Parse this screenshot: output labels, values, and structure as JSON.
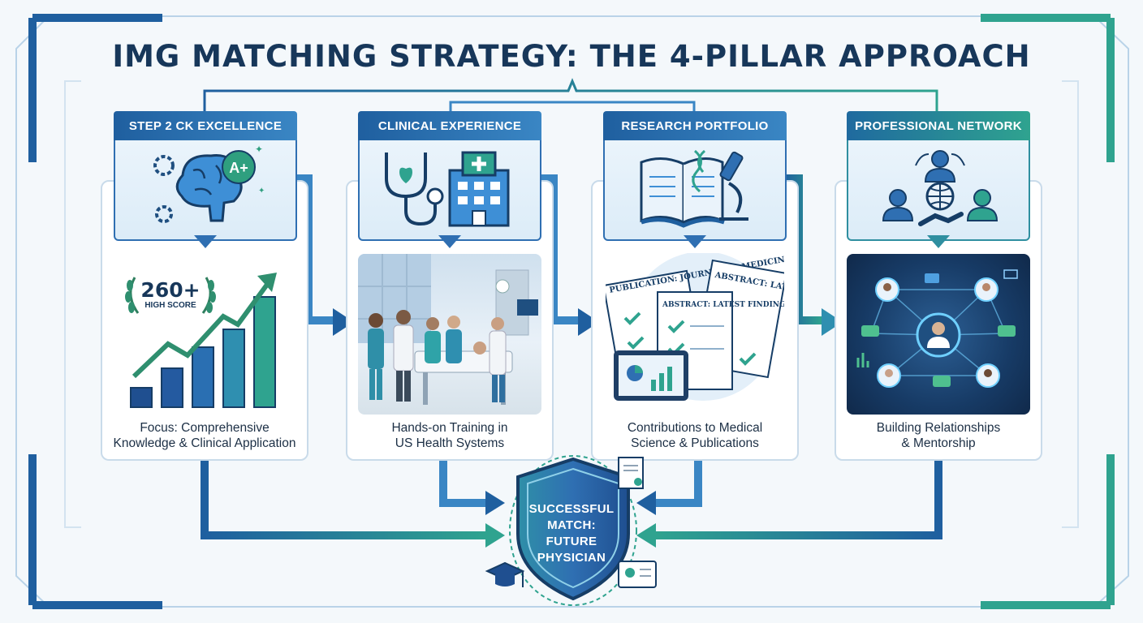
{
  "title": "IMG MATCHING STRATEGY: THE 4-PILLAR APPROACH",
  "pillars": [
    {
      "label": "STEP 2 CK EXCELLENCE",
      "caption_line1": "Focus: Comprehensive",
      "caption_line2": "Knowledge & Clinical Application",
      "badge": "A+",
      "score": "260+",
      "score_label": "HIGH SCORE",
      "icon": "brain-icon"
    },
    {
      "label": "CLINICAL EXPERIENCE",
      "caption_line1": "Hands-on Training in",
      "caption_line2": "US Health Systems",
      "icon": "stethoscope-hospital-icon"
    },
    {
      "label": "RESEARCH PORTFOLIO",
      "caption_line1": "Contributions to Medical",
      "caption_line2": "Science & Publications",
      "doc1": "PUBLICATION: JOURNAL OF MEDICINE",
      "doc2": "ABSTRACT: LATEST FINDINGS",
      "doc3": "ABSTRACT: LATEST FINDINGS",
      "icon": "book-dna-microscope-icon"
    },
    {
      "label": "PROFESSIONAL NETWORK",
      "caption_line1": "Building Relationships",
      "caption_line2": "& Mentorship",
      "icon": "network-handshake-icon"
    }
  ],
  "outcome": {
    "line1": "SUCCESSFUL",
    "line2": "MATCH:",
    "line3": "FUTURE",
    "line4": "PHYSICIAN"
  },
  "colors": {
    "primary_blue": "#1f5f9f",
    "accent_green": "#2fa38f",
    "title": "#17375a",
    "background": "#f4f8fb"
  }
}
